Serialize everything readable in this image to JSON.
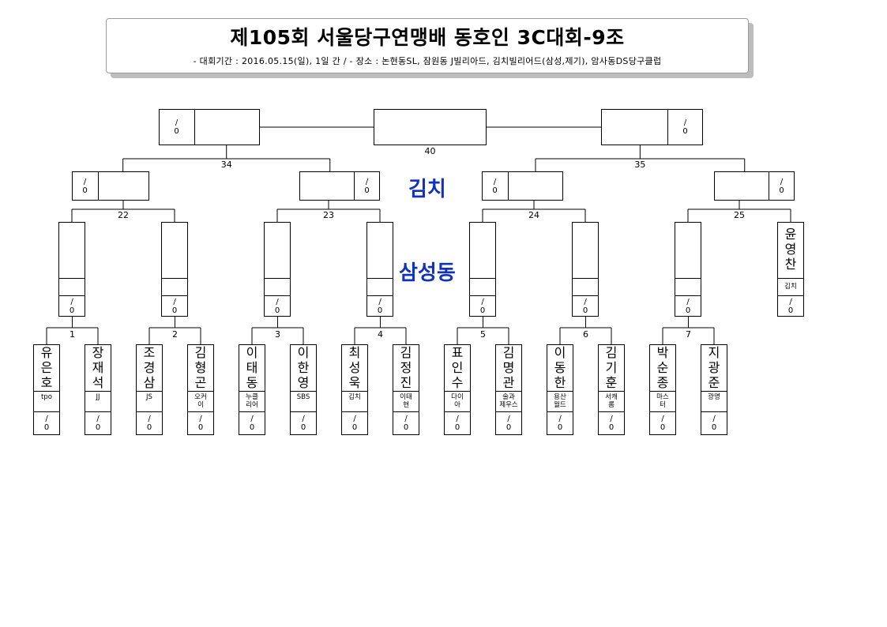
{
  "header": {
    "title": "제105회 서울당구연맹배 동호인 3C대회-9조",
    "subtitle": "- 대회기간 : 2016.05.15(일), 1일 간 / - 장소 : 논현동SL, 잠원동 J빌리아드, 김치빌리어드(삼성,제기), 암사동DS당구클럽"
  },
  "venues": [
    "김치",
    "삼성동"
  ],
  "match_numbers": {
    "r1": [
      "1",
      "2",
      "3",
      "4",
      "5",
      "6",
      "7"
    ],
    "r2": [
      "22",
      "23",
      "24",
      "25"
    ],
    "r3": [
      "34",
      "35"
    ],
    "final": "40"
  },
  "score_text": "/\n0",
  "players": [
    {
      "name": "유\n은\n호",
      "club": "tpo"
    },
    {
      "name": "장\n재\n석",
      "club": "JJ"
    },
    {
      "name": "조\n경\n삼",
      "club": "JS"
    },
    {
      "name": "김\n형\n곤",
      "club": "오커\n이"
    },
    {
      "name": "이\n태\n동",
      "club": "누클\n리어"
    },
    {
      "name": "이\n한\n영",
      "club": "SBS"
    },
    {
      "name": "최\n성\n욱",
      "club": "김치"
    },
    {
      "name": "김\n정\n진",
      "club": "이태\n현"
    },
    {
      "name": "표\n인\n수",
      "club": "다이\n아"
    },
    {
      "name": "김\n명\n관",
      "club": "술과\n제우스"
    },
    {
      "name": "이\n동\n한",
      "club": "용산\n월드"
    },
    {
      "name": "김\n기\n훈",
      "club": "서캐\n롬"
    },
    {
      "name": "박\n순\n종",
      "club": "마스\n터"
    },
    {
      "name": "지\n광\n준",
      "club": "광명"
    }
  ],
  "bye_player": {
    "name": "윤\n영\n찬",
    "club": "김치"
  }
}
